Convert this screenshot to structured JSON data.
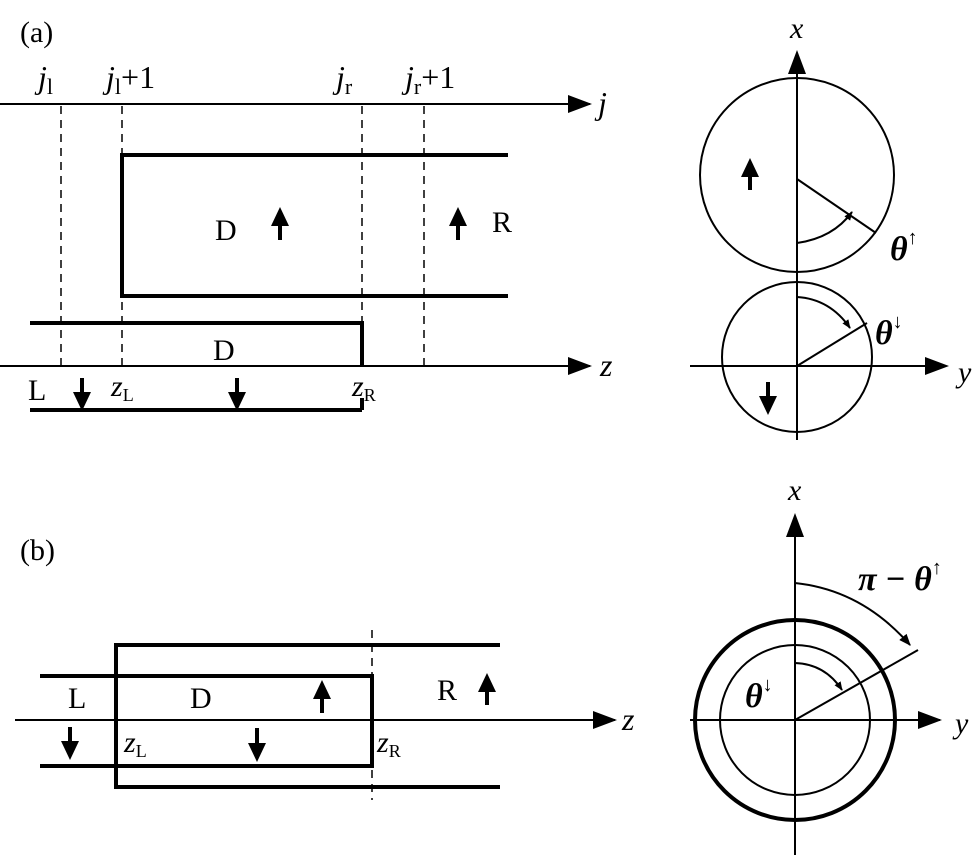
{
  "panel_a": {
    "label": "(a)",
    "j_axis": {
      "name": "j"
    },
    "z_axis": {
      "name": "z"
    },
    "ticks": {
      "jl": {
        "base": "j",
        "sub": "l"
      },
      "jl1": {
        "base": "j",
        "sub": "l",
        "suffix": "+1"
      },
      "jr": {
        "base": "j",
        "sub": "r"
      },
      "jr1": {
        "base": "j",
        "sub": "r",
        "suffix": "+1"
      }
    },
    "regions": {
      "d_upper": "D",
      "r": "R",
      "d_lower": "D",
      "l": "L"
    },
    "markers": {
      "zl": {
        "base": "z",
        "sub": "L"
      },
      "zr": {
        "base": "z",
        "sub": "R"
      }
    },
    "angles": {
      "x_axis": "x",
      "y_axis": "y",
      "theta_up": {
        "base": "θ",
        "sup": "↑"
      },
      "theta_down": {
        "base": "θ",
        "sup": "↓"
      }
    }
  },
  "panel_b": {
    "label": "(b)",
    "z_axis": {
      "name": "z"
    },
    "regions": {
      "l": "L",
      "d": "D",
      "r": "R"
    },
    "markers": {
      "zl": {
        "base": "z",
        "sub": "L"
      },
      "zr": {
        "base": "z",
        "sub": "R"
      }
    },
    "angles": {
      "x_axis": "x",
      "y_axis": "y",
      "pi_minus": {
        "base": "π − θ",
        "sup": "↑"
      },
      "theta_down": {
        "base": "θ",
        "sup": "↓"
      }
    }
  }
}
